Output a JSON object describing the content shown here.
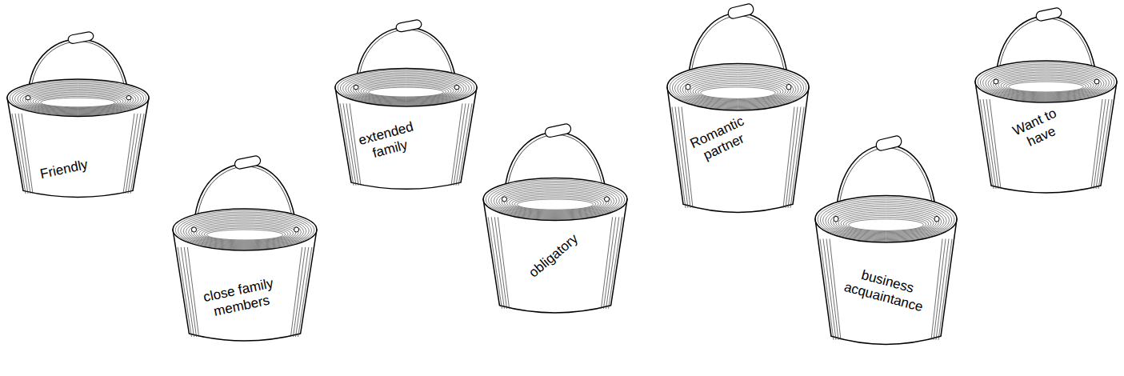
{
  "diagram": {
    "nodes": [
      {
        "text": [
          "Friendly"
        ]
      },
      {
        "text": [
          "close family members"
        ]
      },
      {
        "text": [
          "extended family"
        ]
      },
      {
        "text": [
          "obligatory"
        ]
      },
      {
        "text": [
          "Romantic partner"
        ]
      },
      {
        "text": [
          "business acquaintance"
        ]
      },
      {
        "text": [
          "Want to have"
        ]
      }
    ]
  }
}
